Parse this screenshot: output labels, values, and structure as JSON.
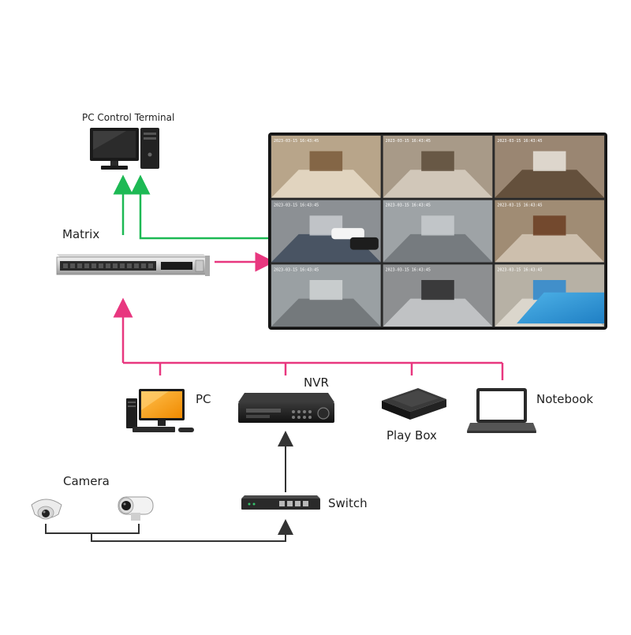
{
  "labels": {
    "pc_control_terminal": "PC Control Terminal",
    "matrix": "Matrix",
    "pc": "PC",
    "nvr": "NVR",
    "play_box": "Play Box",
    "notebook": "Notebook",
    "camera": "Camera",
    "switch": "Switch"
  },
  "colors": {
    "green_line": "#1db954",
    "pink_line": "#e8377f",
    "black_line": "#333333",
    "monitor_orange": "#f5a623"
  },
  "video_wall": {
    "rows": 3,
    "columns": 3,
    "tiles": [
      {
        "scene": "hotel-lobby",
        "timestamp": "2023-03-15 16:43:45"
      },
      {
        "scene": "elevator-hall",
        "timestamp": "2023-03-15 16:43:45"
      },
      {
        "scene": "restaurant",
        "timestamp": "2023-03-15 16:43:45"
      },
      {
        "scene": "parking-garage",
        "timestamp": "2023-03-15 16:43:45"
      },
      {
        "scene": "entrance-doors",
        "timestamp": "2023-03-15 16:43:45"
      },
      {
        "scene": "corridor-doors",
        "timestamp": "2023-03-15 16:43:45"
      },
      {
        "scene": "hallway",
        "timestamp": "2023-03-15 16:43:45"
      },
      {
        "scene": "gym",
        "timestamp": "2023-03-15 16:43:45"
      },
      {
        "scene": "swimming-pool",
        "timestamp": "2023-03-15 16:43:45"
      }
    ]
  }
}
